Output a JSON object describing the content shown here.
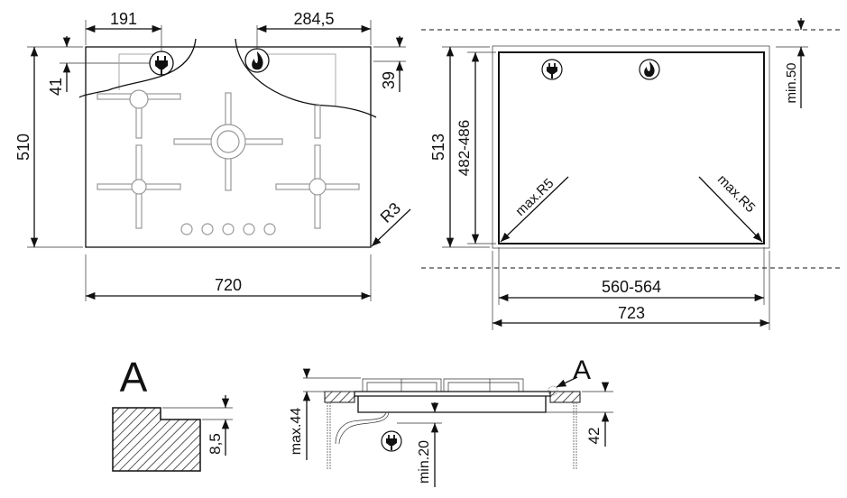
{
  "top_view": {
    "dim_plug_offset": "191",
    "dim_gas_offset": "284,5",
    "dim_plug_depth": "41",
    "dim_gas_depth": "39",
    "dim_depth": "510",
    "dim_width": "720",
    "dim_radius": "R3",
    "icons": [
      "plug-icon",
      "flame-icon"
    ]
  },
  "cutout_view": {
    "dim_min_rear": "min.50",
    "dim_depth_outer": "513",
    "dim_depth_cutout": "482-486",
    "dim_radius_left": "max.R5",
    "dim_radius_right": "max.R5",
    "dim_width_cutout": "560-564",
    "dim_width_outer": "723"
  },
  "detail_a": {
    "label": "A",
    "dim_step": "8,5"
  },
  "section_view": {
    "dim_height": "max.44",
    "dim_clearance": "min.20",
    "dim_counter": "42",
    "detail_ref": "A"
  }
}
